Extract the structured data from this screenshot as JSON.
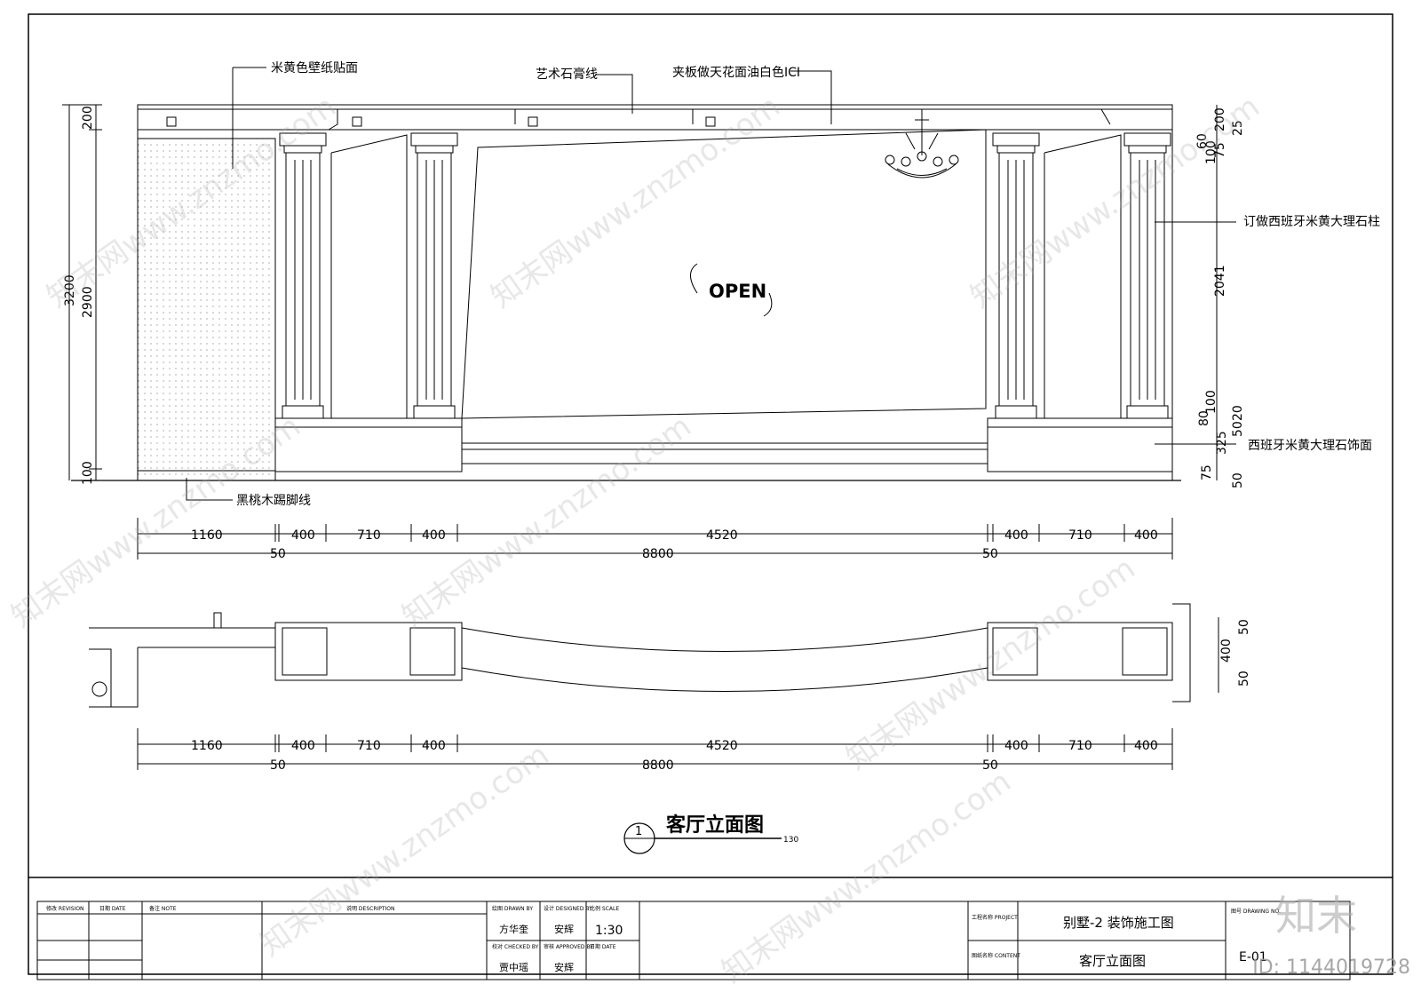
{
  "annotations": {
    "wallpaper": "米黄色壁纸贴面",
    "plaster_line": "艺术石膏线",
    "ceiling": "夹板做天花面油白色ICI",
    "marble_column": "订做西班牙米黄大理石柱",
    "marble_facing": "西班牙米黄大理石饰面",
    "skirting": "黑桃木踢脚线",
    "open_label": "OPEN"
  },
  "left_dims": {
    "total": "3200",
    "height": "2900",
    "top": "200",
    "bottom": "100"
  },
  "right_dims": [
    "200",
    "25",
    "75",
    "60",
    "100",
    "2041",
    "100",
    "20",
    "80",
    "50",
    "325",
    "75",
    "50"
  ],
  "horizontal_dims": {
    "segments": [
      "1160",
      "400",
      "710",
      "400",
      "4520",
      "400",
      "710",
      "400"
    ],
    "gap_left": "50",
    "gap_right": "50",
    "total": "8800"
  },
  "plan_dims": {
    "top": "50",
    "mid": "400",
    "bottom": "50"
  },
  "drawing_title": {
    "number": "1",
    "title": "客厅立面图",
    "scale_note": "130"
  },
  "title_block": {
    "rev_hdr": "修改  REVISION",
    "date_hdr": "日期  DATE",
    "note_hdr": "备注  NOTE",
    "desc_hdr": "说明  DESCRIPTION",
    "drawn_label": "绘图  DRAWN BY",
    "drawn_value": "方华奎",
    "design_label": "设计  DESIGNED BY",
    "design_value": "安辉",
    "scale_label": "比例  SCALE",
    "scale_value": "1:30",
    "check_label": "校对  CHECKED BY",
    "check_value": "贾中瑶",
    "approve_label": "审核  APPROVED BY",
    "approve_value": "安辉",
    "date_label": "日期  DATE",
    "project_label": "工程名称 PROJECT",
    "project_value": "别墅-2 装饰施工图",
    "content_label": "图纸名称 CONTENT",
    "content_value": "客厅立面图",
    "sheet_label": "图号 DRAWING NO.",
    "sheet_value": "E-01"
  },
  "watermark": {
    "text": "知末网www.znzmo.com",
    "logo": "知末",
    "id": "ID: 1144019728"
  }
}
